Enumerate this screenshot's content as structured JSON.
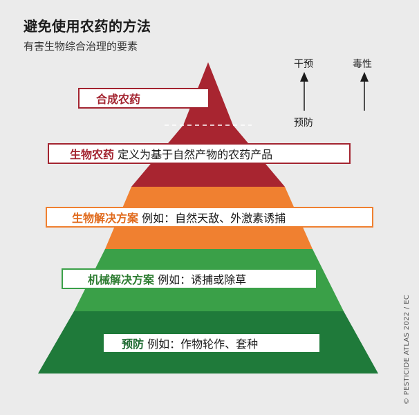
{
  "title": "避免使用农药的方法",
  "subtitle": "有害生物综合治理的要素",
  "levels": [
    {
      "name": "合成农药",
      "detail": "",
      "color": "#a82530"
    },
    {
      "name": "生物农药",
      "detail": "定义为基于自然产物的农药产品",
      "color": "#a82530"
    },
    {
      "name": "生物解决方案",
      "detail": "例如：自然天敌、外激素诱捕",
      "color": "#f08030"
    },
    {
      "name": "机械解决方案",
      "detail": "例如：诱捕或除草",
      "color": "#3aa048"
    },
    {
      "name": "预防",
      "detail": "例如：作物轮作、套种",
      "color": "#1f7a3a"
    }
  ],
  "arrows": {
    "intervention_top": "干预",
    "intervention_bottom": "预防",
    "toxicity": "毒性"
  },
  "credit": "© PESTICIDE ATLAS 2022 / EC"
}
